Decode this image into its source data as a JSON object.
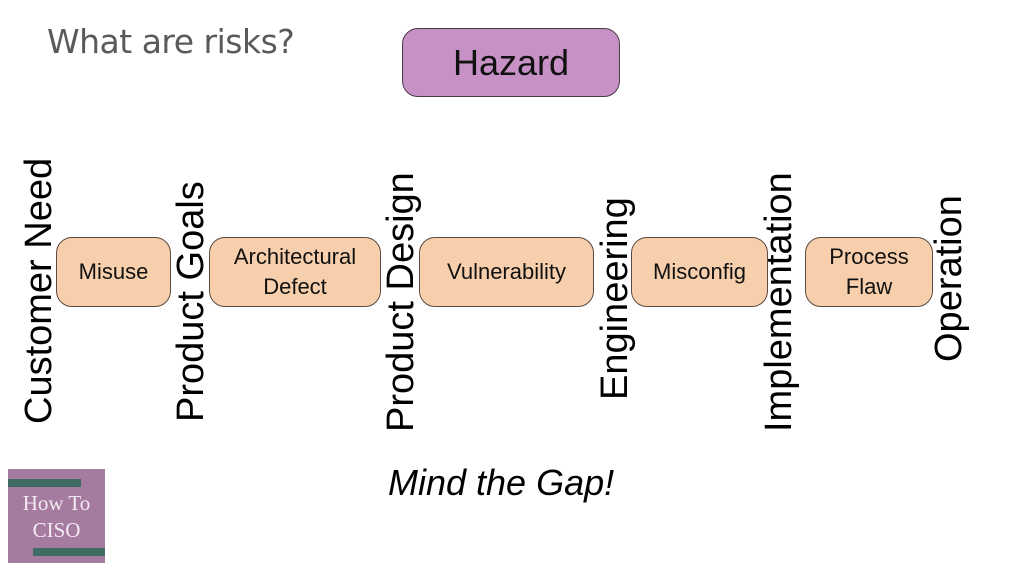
{
  "slide": {
    "title": "What are risks?",
    "hazard_label": "Hazard",
    "footer": "Mind the Gap!",
    "colors": {
      "hazard_fill": "#c891c6",
      "risk_box_fill": "#f8cfac",
      "logo_bg": "#a57ba0",
      "logo_bar": "#3f6b63",
      "title_text": "#5a5a5a"
    }
  },
  "stages": [
    {
      "label": "Customer Need"
    },
    {
      "label": "Product Goals"
    },
    {
      "label": "Product Design"
    },
    {
      "label": "Engineering"
    },
    {
      "label": "Implementation"
    },
    {
      "label": "Operation"
    }
  ],
  "risks": [
    {
      "line1": "Misuse",
      "line2": ""
    },
    {
      "line1": "Architectural",
      "line2": "Defect"
    },
    {
      "line1": "Vulnerability",
      "line2": ""
    },
    {
      "line1": "Misconfig",
      "line2": ""
    },
    {
      "line1": "Process",
      "line2": "Flaw"
    }
  ],
  "logo": {
    "line1": "How To",
    "line2": "CISO"
  }
}
